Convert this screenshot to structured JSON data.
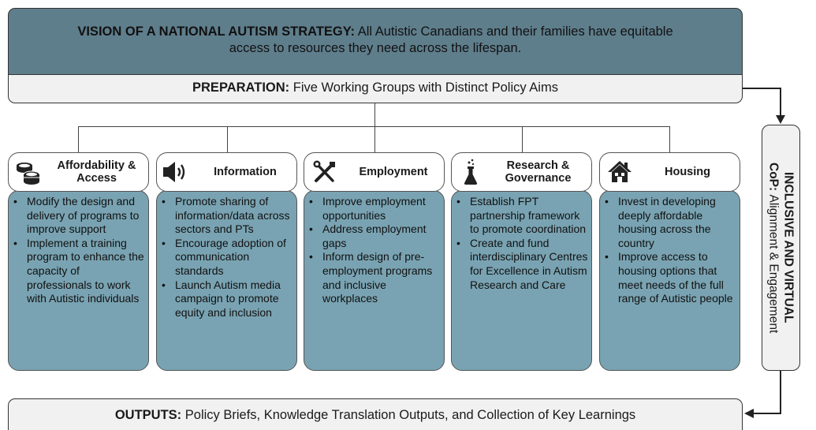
{
  "vision": {
    "label": "VISION OF A NATIONAL AUTISM STRATEGY:",
    "text_line1": "All Autistic Canadians and their families have equitable",
    "text_line2": "access to resources they need across the lifespan."
  },
  "preparation": {
    "label": "PREPARATION:",
    "text": "Five Working Groups with Distinct Policy Aims"
  },
  "groups": [
    {
      "title_line1": "Affordability &",
      "title_line2": "Access",
      "icon": "coins-icon",
      "bullets": [
        "Modify the design and delivery of programs to improve support",
        "Implement a training program to enhance the capacity of professionals to work with Autistic individuals"
      ]
    },
    {
      "title_line1": "Information",
      "title_line2": "",
      "icon": "speaker-icon",
      "bullets": [
        "Promote sharing of information/data across sectors and PTs",
        "Encourage adoption of communication standards",
        "Launch Autism media campaign to promote equity and inclusion"
      ]
    },
    {
      "title_line1": "Employment",
      "title_line2": "",
      "icon": "tools-icon",
      "bullets": [
        "Improve employment opportunities",
        "Address employment gaps",
        "Inform design of pre-employment programs and inclusive workplaces"
      ]
    },
    {
      "title_line1": "Research &",
      "title_line2": "Governance",
      "icon": "flask-icon",
      "bullets": [
        "Establish FPT partnership framework to promote coordination",
        "Create and fund interdisciplinary Centres for Excellence in Autism Research and Care"
      ]
    },
    {
      "title_line1": "Housing",
      "title_line2": "",
      "icon": "house-icon",
      "bullets": [
        "Invest in developing deeply affordable housing across the country",
        "Improve access to housing options that meet needs of the full range of Autistic people"
      ]
    }
  ],
  "cop": {
    "line1": "INCLUSIVE AND VIRTUAL",
    "label": "CoP:",
    "line2": "Alignment & Engagement"
  },
  "outputs": {
    "label": "OUTPUTS:",
    "text": "Policy Briefs, Knowledge Translation Outputs, and Collection of Key Learnings"
  },
  "colors": {
    "vision_fill": "#5f7e8c",
    "card_fill": "#79a3b2",
    "bar_fill": "#f1f1f1"
  }
}
